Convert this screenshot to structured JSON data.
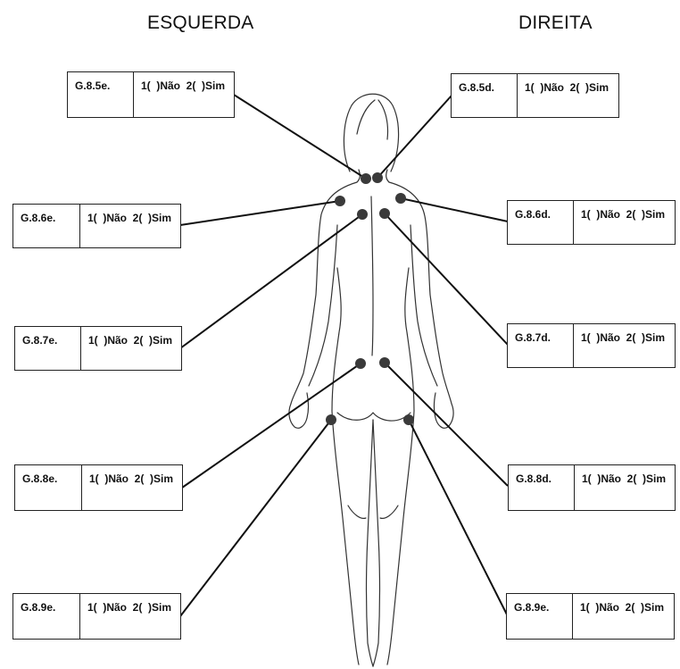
{
  "headings": {
    "left": "ESQUERDA",
    "right": "DIREITA"
  },
  "options_text": "1(  )Não  2(  )Sim",
  "left_points": [
    {
      "code": "G.8.5e."
    },
    {
      "code": "G.8.6e."
    },
    {
      "code": "G.8.7e."
    },
    {
      "code": "G.8.8e."
    },
    {
      "code": "G.8.9e."
    }
  ],
  "right_points": [
    {
      "code": "G.8.5d."
    },
    {
      "code": "G.8.6d."
    },
    {
      "code": "G.8.7d."
    },
    {
      "code": "G.8.8d."
    },
    {
      "code": "G.8.9e."
    }
  ],
  "colors": {
    "line": "#111111",
    "dot": "#3a3a3a",
    "figure_stroke": "#333333"
  }
}
